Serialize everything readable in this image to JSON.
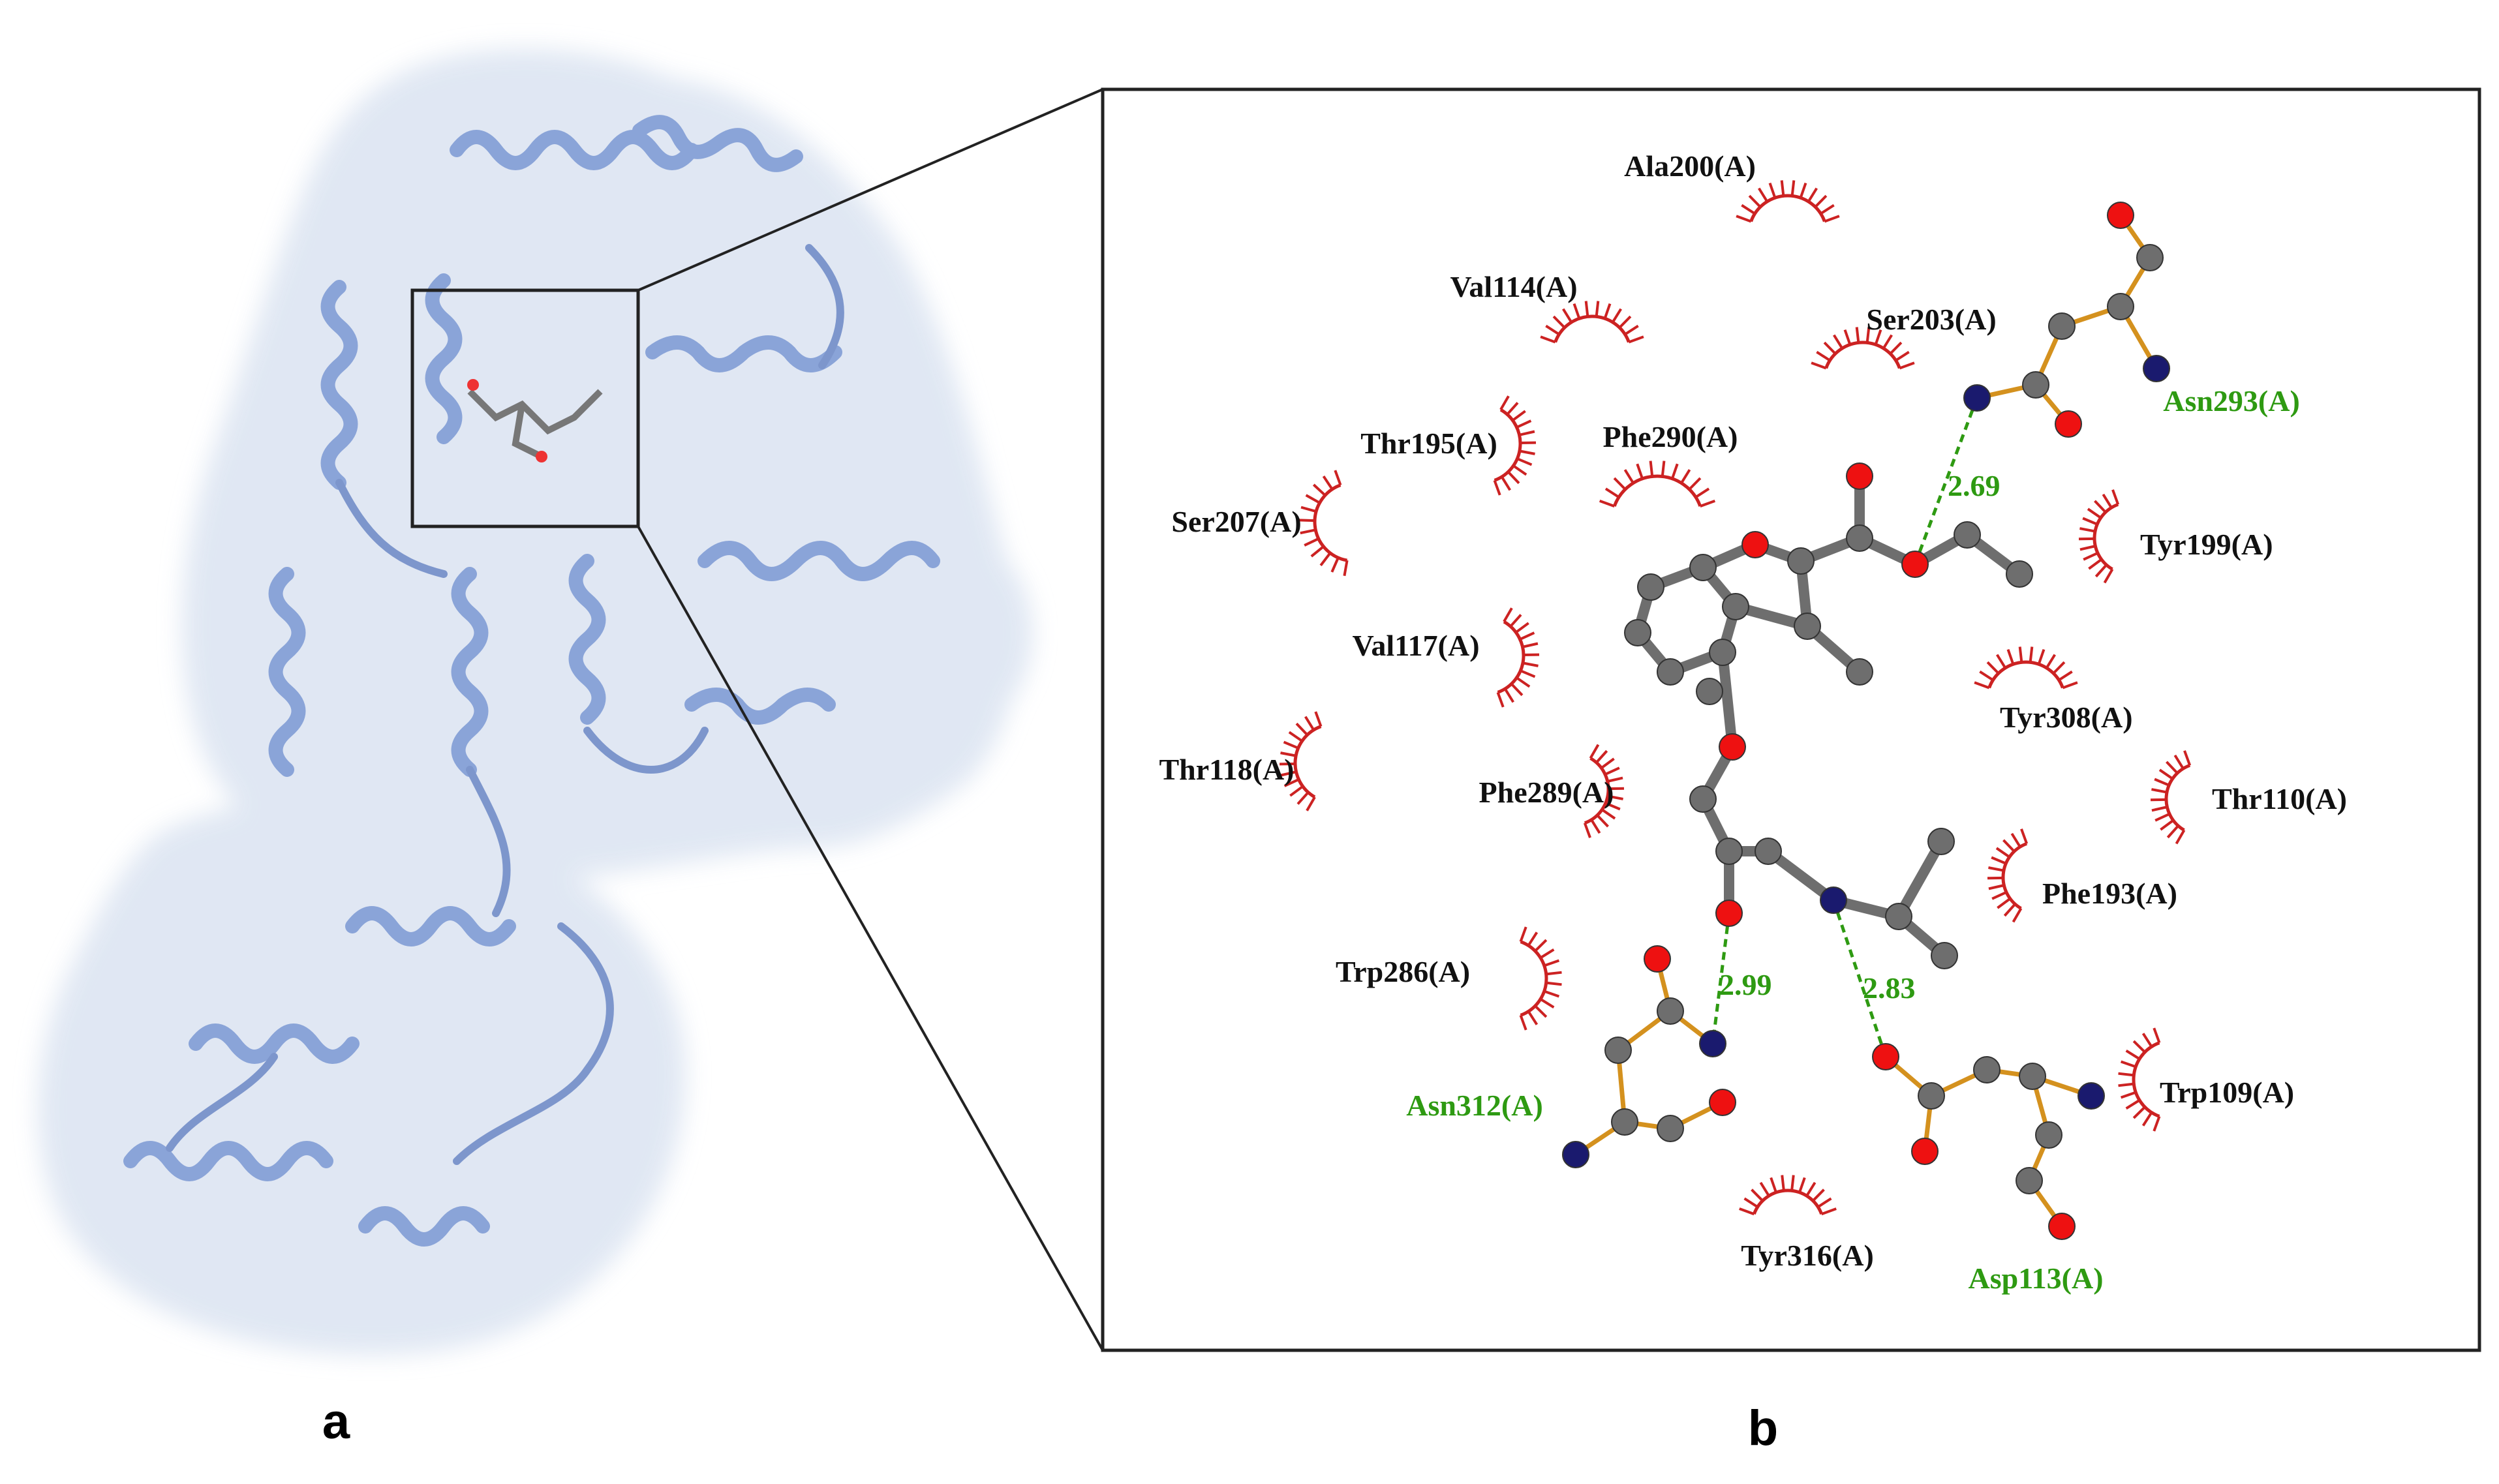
{
  "panel_labels": {
    "a": "a",
    "b": "b"
  },
  "colors": {
    "protein_ribbon": "#8aa4d8",
    "protein_surface": "#dde5f2",
    "hydrophobic_arc": "#cc2222",
    "hbond_residue_text": "#2e9a12",
    "hbond_line": "#2e9a12",
    "residue_text": "#111111",
    "carbon": "#6e6e6e",
    "oxygen": "#ee1111",
    "nitrogen": "#1a1a6e",
    "residue_bond": "#d4911e",
    "ligand_bond": "#6e6e6e"
  },
  "hydrophobic_residues": [
    "Ala200(A)",
    "Val114(A)",
    "Ser203(A)",
    "Thr195(A)",
    "Phe290(A)",
    "Ser207(A)",
    "Tyr199(A)",
    "Val117(A)",
    "Tyr308(A)",
    "Thr118(A)",
    "Phe289(A)",
    "Thr110(A)",
    "Phe193(A)",
    "Trp286(A)",
    "Trp109(A)",
    "Tyr316(A)"
  ],
  "hbond_residues": [
    "Asn293(A)",
    "Asn312(A)",
    "Asp113(A)"
  ],
  "hbond_distances": [
    "2.69",
    "2.99",
    "2.83"
  ]
}
